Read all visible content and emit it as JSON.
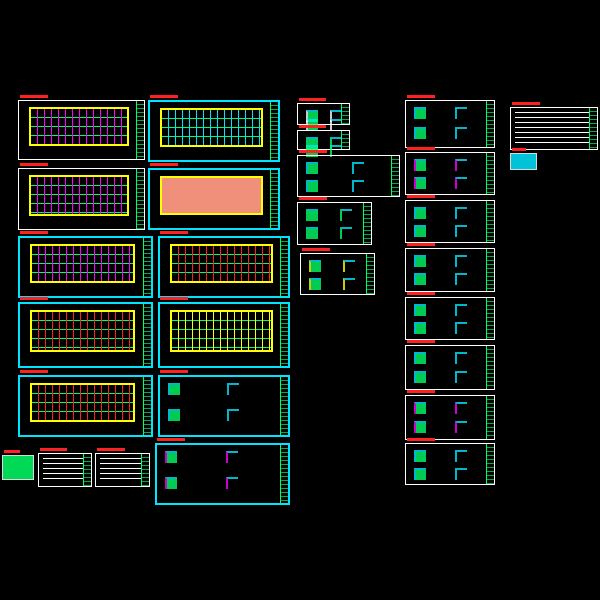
{
  "drawing": {
    "background": "#000000",
    "colors": {
      "frame": "#ffffff",
      "sheet_border": "#00e5ff",
      "title": "#ff2020",
      "grid": "#ff00ff",
      "axis": "#ffff00",
      "green": "#00ff66",
      "cyan": "#00e5ff",
      "red": "#ff2020",
      "salmon": "#f0907a"
    },
    "sheets": [
      {
        "kind": "plan",
        "fill": "#ff00ff"
      },
      {
        "kind": "plan",
        "fill": "#00e5ff"
      },
      {
        "kind": "plan",
        "fill": "#ff00ff"
      },
      {
        "kind": "plan",
        "fill": "#f0907a"
      },
      {
        "kind": "plan",
        "fill": "#ff00ff"
      },
      {
        "kind": "plan",
        "fill": "#ff2020"
      },
      {
        "kind": "plan",
        "fill": "#ff2020"
      },
      {
        "kind": "plan",
        "fill": "#ffff00"
      },
      {
        "kind": "plan",
        "fill": "#ff2020"
      },
      {
        "kind": "detail",
        "fill": "#00e5ff"
      },
      {
        "kind": "detail",
        "fill": "#ff00ff"
      },
      {
        "kind": "legend",
        "fill": "#00ff66"
      },
      {
        "kind": "table",
        "fill": "#ffffff"
      },
      {
        "kind": "table",
        "fill": "#ffffff"
      },
      {
        "kind": "detail",
        "fill": "#ffffff"
      },
      {
        "kind": "detail",
        "fill": "#00ff66"
      },
      {
        "kind": "detail",
        "fill": "#00e5ff"
      },
      {
        "kind": "detail",
        "fill": "#00ff66"
      },
      {
        "kind": "detail",
        "fill": "#ffff00"
      },
      {
        "kind": "detail",
        "fill": "#00e5ff"
      },
      {
        "kind": "detail",
        "fill": "#ff00ff"
      },
      {
        "kind": "detail",
        "fill": "#00e5ff"
      },
      {
        "kind": "detail",
        "fill": "#00e5ff"
      },
      {
        "kind": "detail",
        "fill": "#00e5ff"
      },
      {
        "kind": "detail",
        "fill": "#00e5ff"
      },
      {
        "kind": "detail",
        "fill": "#ff00ff"
      },
      {
        "kind": "detail",
        "fill": "#00e5ff"
      },
      {
        "kind": "table",
        "fill": "#ffffff"
      },
      {
        "kind": "legend",
        "fill": "#00e5ff"
      }
    ]
  }
}
